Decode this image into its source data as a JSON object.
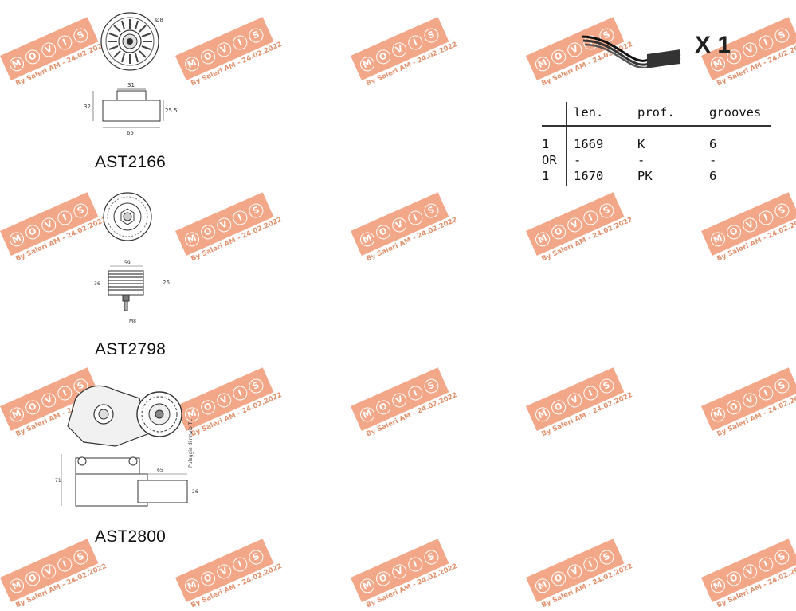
{
  "watermark": {
    "letters": [
      "M",
      "O",
      "V",
      "I",
      "S"
    ],
    "caption": "By Saleri AM - 24.02.2022",
    "color": "#f2a07f"
  },
  "parts": [
    {
      "code": "AST2166",
      "dims": {
        "diameter": "Ø8",
        "top": "31",
        "left": "32",
        "right": "25.5",
        "bottom": "65"
      }
    },
    {
      "code": "AST2798",
      "dims": {
        "top": "59",
        "left": "36",
        "right": "26",
        "bolt": "M8"
      }
    },
    {
      "code": "AST2800",
      "dims": {
        "top": "65",
        "left": "71",
        "right": "26",
        "side_note": "Puleggia di rinvio TL"
      }
    }
  ],
  "belt": {
    "multiplier": "X 1"
  },
  "table": {
    "headers": [
      "len.",
      "prof.",
      "grooves"
    ],
    "rows": [
      [
        "1",
        "1669",
        "K",
        "6"
      ],
      [
        "OR",
        "-",
        "-",
        "-"
      ],
      [
        "1",
        "1670",
        "PK",
        "6"
      ]
    ]
  }
}
